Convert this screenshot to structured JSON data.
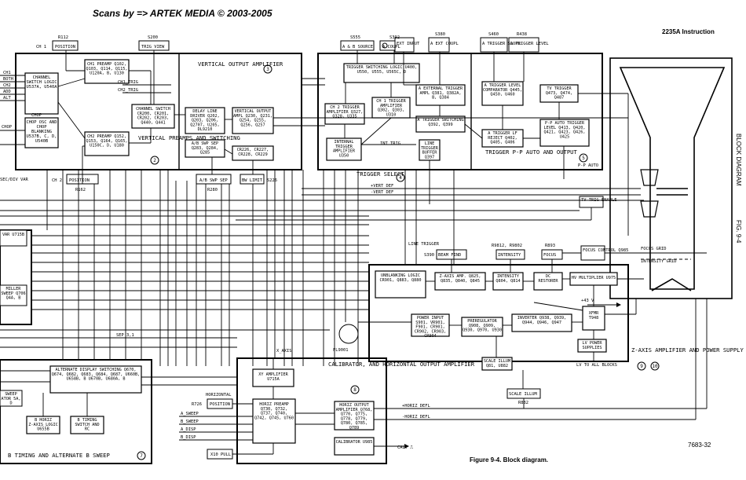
{
  "header": {
    "scan_credit": "Scans by => ARTEK MEDIA © 2003-2005",
    "manual": "2235A Instruction"
  },
  "side_labels": {
    "block_diagram": "BLOCK DIAGRAM",
    "fig": "FIG. 9-4"
  },
  "caption": {
    "figure": "Figure 9-4. Block diagram.",
    "code": "7683-32"
  },
  "sections": {
    "vertical_output": {
      "title": "VERTICAL OUTPUT AMPLIFIER",
      "num": "3"
    },
    "vertical_preamps": {
      "title": "VERTICAL PREAMPS AND SWITCHING",
      "num": "2"
    },
    "trigger_select": {
      "title": "TRIGGER SELECT",
      "num": "4"
    },
    "trigger_pp": {
      "title": "TRIGGER P-P AUTO AND OUTPUT",
      "num": "5"
    },
    "calibrator": {
      "title": "CALIBRATOR, AND HORIZONTAL OUTPUT AMPLIFIER",
      "num": "8"
    },
    "b_timing": {
      "title": "B TIMING AND ALTERNATE B SWEEP",
      "num": "7"
    },
    "z_axis": {
      "title": "Z-AXIS AMPLIFIER AND POWER SUPPLY",
      "num_a": "9",
      "num_b": "10"
    }
  },
  "blocks": {
    "channel_switch_logic": "CHANNEL SWITCH LOGIC U537A, U540A",
    "chop_osc": "CHOP OSC AND CHOP BLANKING U537B, C, D, U540B",
    "ch1_preamp": "CH1 PREAMP Q102, Q103, Q114, Q115, U120A, B, U130",
    "ch2_preamp": "CH2 PREAMP Q152, Q153, Q164, Q165, U150C, D, U180",
    "channel_switch": "CHANNEL SWITCH CR200, CR201, CR202, CR203, Q440, Q441",
    "delay_line_driver": "DELAY LINE DRIVER Q202, Q203, Q206, Q2707, U205, DL9210",
    "vertical_output_ampl": "VERTICAL OUTPUT AMPL Q230, Q231, Q254, Q255, Q256, Q257",
    "ab_swp_sep": "A/B SWP SEP Q283, Q284, Q285",
    "cr226": "CR226, CR227, CR228, CR229",
    "trigger_switching_logic": "TRIGGER SWITCHING LOGIC U400, U550, U555, U565C, D",
    "ch2_trigger_amp": "CH 2 TRIGGER AMPLIFIER Q327, Q328, U335",
    "ch1_trigger_amp": "CH 1 TRIGGER AMPLIFIER Q302, Q303, U310",
    "a_external_trigger": "A EXTERNAL TRIGGER AMPL Q381, Q382A, B, Q384",
    "a_trigger_switching": "A TRIGGER SWITCHING Q392, Q399",
    "internal_trigger_amp": "INTERNAL TRIGGER AMPLIFIER U350",
    "line_trigger_buffer": "LINE TRIGGER BUFFER Q397",
    "level_comparator": "A TRIGGER LEVEL COMPARATOR Q445, Q450, U460",
    "lf_reject": "A TRIGGER LF REJECT Q402, Q405, Q406",
    "tv_trigger": "TV TRIGGER Q473, Q474, Q487",
    "pp_auto_trigger": "P-P AUTO TRIGGER LEVEL Q413, Q420, Q421, Q423, Q426, U425",
    "unblanking_logic": "UNBLANKING LOGIC CR901, Q883, Q880",
    "z_axis_amp": "Z-AXIS AMP. Q825, Q835, Q840, Q845",
    "intensity_block": "INTENSITY Q804, Q814",
    "dc_restorer": "DC RESTORER",
    "hv_multiplier": "HV MULTIPLIER U975",
    "power_input": "POWER INPUT S901, VR901, F901, CR901, CR902, CR903, CR904",
    "preregulator": "PREREGULATOR Q908, Q909, Q930, Q970, U930",
    "inverter": "INVERTER Q938, Q939, Q944, Q946, Q947",
    "xfmr": "XFMR T948",
    "lv_power": "LV POWER SUPPLIES",
    "scale_illum_block": "SCALE ILLUM Q81, U882",
    "alternate_display": "ALTERNATE DISPLAY SWITCHING Q670, Q674, Q682, Q683, Q684, Q687, U660B, U658B, B U670B, U680A, B",
    "b_horiz": "B HORIZ Z-AXIS LOGIC U655B",
    "b_timing_switch": "B TIMING SWITCH AND RC",
    "xy_amplifier": "XY AMPLIFIER U715A",
    "horiz_preamp": "HORIZ PREAMP Q730, Q732, Q737, Q740, Q742, Q745, U760",
    "horiz_output": "HORIZ OUTPUT AMPLIFIER Q768, Q770, Q775, Q778, Q779, Q780, Q785, Q789",
    "calibrator_block": "CALIBRATOR U985",
    "var_block": "VAR U715B",
    "miller_block": "MILLER SWEEP Q706 Q4A, B",
    "sweep_block": "SWEEP ATOR 5A, D"
  },
  "labels": {
    "r112": "R112",
    "ch1_position": "CH 1",
    "position": "POSITION",
    "s200": "S200",
    "trig_view": "TRIG VIEW",
    "ch2": "CH 2",
    "r162": "R162",
    "r280": "R280",
    "ab_swp_sep": "A/B SWP SEP",
    "s226": "S226",
    "bw_limit": "BW LIMIT",
    "s555": "S555",
    "ab_source": "A & B SOURCE",
    "s392": "S392",
    "a_coupl": "A COUPL",
    "ext_input": "EXT INPUT",
    "s380": "S380",
    "a_ext_coupl": "A EXT COUPL",
    "s460": "S460",
    "a_trigger_slope": "A TRIGGER SLOPE",
    "r438": "R438",
    "a_trigger_level": "A TRIGGER LEVEL",
    "int_trig": "INT TRIG",
    "vert_def_plus": "+VERT DEF",
    "vert_def_minus": "-VERT DEF",
    "tv_trig_enable": "TV TRIG ENABLE",
    "pp_auto": "P-P AUTO",
    "line_trigger": "LINE TRIGGER",
    "s390": "S390",
    "beam_find": "BEAM FIND",
    "r9812": "R9812, R9802",
    "intensity": "INTENSITY",
    "r893": "R893",
    "focus": "FOCUS",
    "focus_control": "FOCUS CONTROL Q985",
    "focus_grid": "FOCUS GRID",
    "intensity_grid": "INTENSITY GRID",
    "plus43v": "+43 V",
    "lv_to_all": "LV TO ALL BLOCKS",
    "fl9001": "FL9001",
    "scale_illum": "SCALE ILLUM",
    "r882": "R882",
    "x_axis": "X_AXIS",
    "horizontal": "HORIZONTAL",
    "r726": "R726",
    "a_sweep": "A_SWEEP",
    "b_sweep": "B_SWEEP",
    "a_disp": "A_DISP",
    "b_disp": "B_DISP",
    "x10_pull": "X10 PULL",
    "horiz_defl_plus": "+HORIZ DEFL",
    "horiz_defl_minus": "-HORIZ DEFL",
    "cal": "CAL. ⎍",
    "sep": "SEP 3,1",
    "ch1_trig": "CH1_TRIG",
    "ch2_trig": "CH2_TRIG",
    "chop": "CHOP",
    "ch1": "CH1",
    "both": "BOTH",
    "ch2l": "CH2",
    "add": "ADD",
    "alt": "ALT",
    "sec_div": "SEC/DIV VAR"
  }
}
